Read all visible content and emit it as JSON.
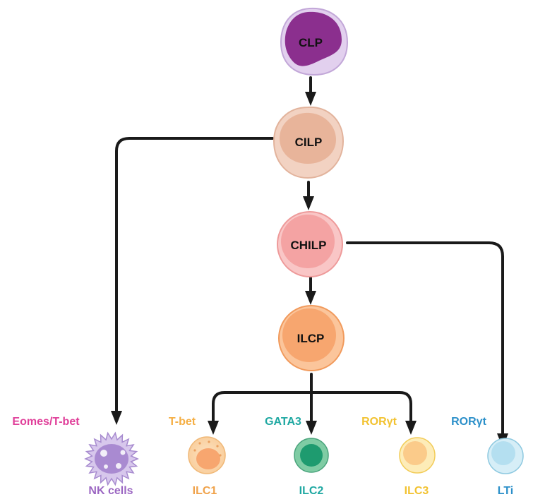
{
  "nodes": {
    "clp": {
      "label": "CLP"
    },
    "cilp": {
      "label": "CILP"
    },
    "chilp": {
      "label": "CHILP"
    },
    "ilcp": {
      "label": "ILCP"
    }
  },
  "outputs": {
    "nk": {
      "label": "NK cells",
      "factor": "Eomes/T-bet"
    },
    "ilc1": {
      "label": "ILC1",
      "factor": "T-bet"
    },
    "ilc2": {
      "label": "ILC2",
      "factor": "GATA3"
    },
    "ilc3": {
      "label": "ILC3",
      "factor": "RORγt"
    },
    "lti": {
      "label": "LTi",
      "factor": "RORγt"
    }
  },
  "colors": {
    "clp": "#8b2f8e",
    "cilp": "#e8b49a",
    "chilp": "#f4a3a3",
    "ilcp": "#f7a66f",
    "nk": "#9b66c2",
    "ilc1": "#f0a24a",
    "ilc2": "#1fa88e",
    "ilc3": "#f2c230",
    "lti": "#2b8fc9",
    "eomes_tbet": "#e0409a",
    "arrow": "#1a1a1a"
  }
}
